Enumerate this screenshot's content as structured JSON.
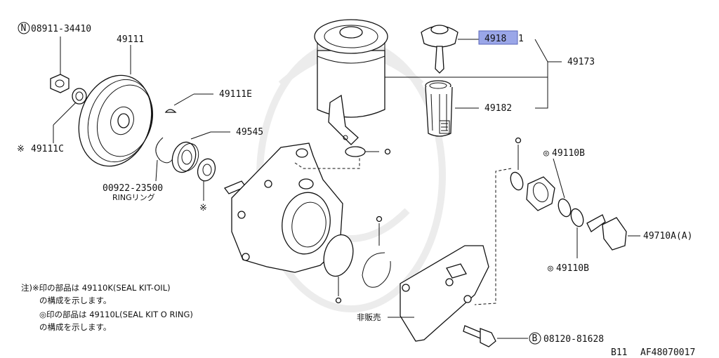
{
  "highlight_color": "#9aa6e8",
  "parts": {
    "nut_ref": "08911-34410",
    "nut_circle": "N",
    "pulley": "49111",
    "key": "49111E",
    "bearing": "49545",
    "washer": "49111C",
    "washer_mark": "※",
    "ring": "00922-23500",
    "ring_mark": "※",
    "ring_name": "RINGリング",
    "seal_mark": "※",
    "cap_highlight": "4918",
    "cap_suffix": "1",
    "tank": "49173",
    "filter": "49182",
    "oring_top": "49110B",
    "oring_top_mark": "◎",
    "oring_bottom": "49110B",
    "oring_bottom_mark": "◎",
    "bolt_a": "49710A(A)",
    "bolt_b": "08120-81628",
    "bolt_b_circle": "B",
    "bracket": "非販売"
  },
  "notes": {
    "line1": "注)※印の部品は 49110K(SEAL KIT-OIL)",
    "line2": "の構成を示します。",
    "line3": "◎印の部品は 49110L(SEAL KIT O RING)",
    "line4": "の構成を示します。"
  },
  "footer": {
    "code1": "B11",
    "code2": "AF48070017"
  }
}
